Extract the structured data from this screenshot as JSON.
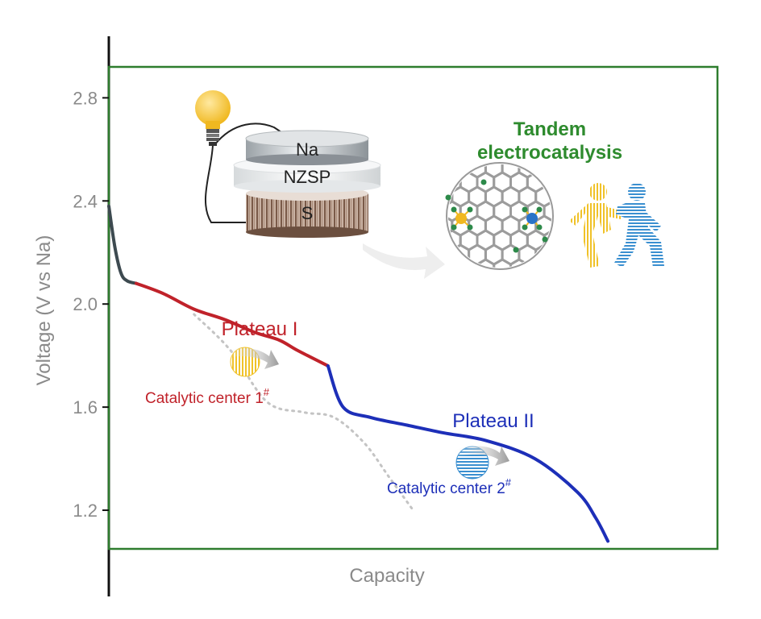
{
  "chart_data": {
    "type": "line",
    "title": "",
    "xlabel": "Capacity",
    "ylabel": "Voltage (V vs Na)",
    "ylim": [
      1.05,
      2.92
    ],
    "yticks": [
      1.2,
      1.6,
      2.0,
      2.4,
      2.8
    ],
    "ytick_labels": [
      "1.2",
      "1.6",
      "2.0",
      "2.4",
      "2.8"
    ],
    "xlim": [
      0,
      1
    ],
    "grid": false,
    "series": [
      {
        "color": "#3d4a50",
        "style": "solid",
        "x": [
          0.0,
          0.01,
          0.02,
          0.03,
          0.045
        ],
        "y": [
          2.38,
          2.22,
          2.12,
          2.09,
          2.08
        ]
      },
      {
        "color": "#c0222a",
        "style": "solid",
        "x": [
          0.045,
          0.09,
          0.14,
          0.19,
          0.24,
          0.28,
          0.31,
          0.36
        ],
        "y": [
          2.08,
          2.04,
          1.98,
          1.94,
          1.89,
          1.86,
          1.82,
          1.76
        ]
      },
      {
        "color": "#1d2fb8",
        "style": "solid",
        "x": [
          0.36,
          0.385,
          0.43,
          0.49,
          0.55,
          0.62,
          0.7,
          0.77,
          0.8,
          0.82
        ],
        "y": [
          1.76,
          1.6,
          1.56,
          1.53,
          1.5,
          1.47,
          1.4,
          1.27,
          1.17,
          1.08
        ]
      },
      {
        "color": "#c4c4c4",
        "style": "dotted",
        "x": [
          0.14,
          0.2,
          0.26,
          0.32,
          0.37,
          0.42,
          0.46,
          0.5
        ],
        "y": [
          1.96,
          1.82,
          1.62,
          1.58,
          1.56,
          1.46,
          1.33,
          1.2
        ]
      }
    ],
    "annotations": {
      "plateau1": "Plateau I",
      "plateau2": "Plateau II",
      "catalytic1": "Catalytic center 1",
      "catalytic1_sup": "#",
      "catalytic2": "Catalytic center 2",
      "catalytic2_sup": "#",
      "tandem_line1": "Tandem",
      "tandem_line2": "electrocatalysis"
    },
    "cell_labels": {
      "anode": "Na",
      "electrolyte": "NZSP",
      "cathode": "S"
    }
  },
  "colors": {
    "frame": "#2e7d2e",
    "plateau1": "#c0222a",
    "plateau2": "#1d2fb8",
    "initial": "#3d4a50",
    "reference": "#c4c4c4",
    "axis_text": "#8a8a8a"
  }
}
